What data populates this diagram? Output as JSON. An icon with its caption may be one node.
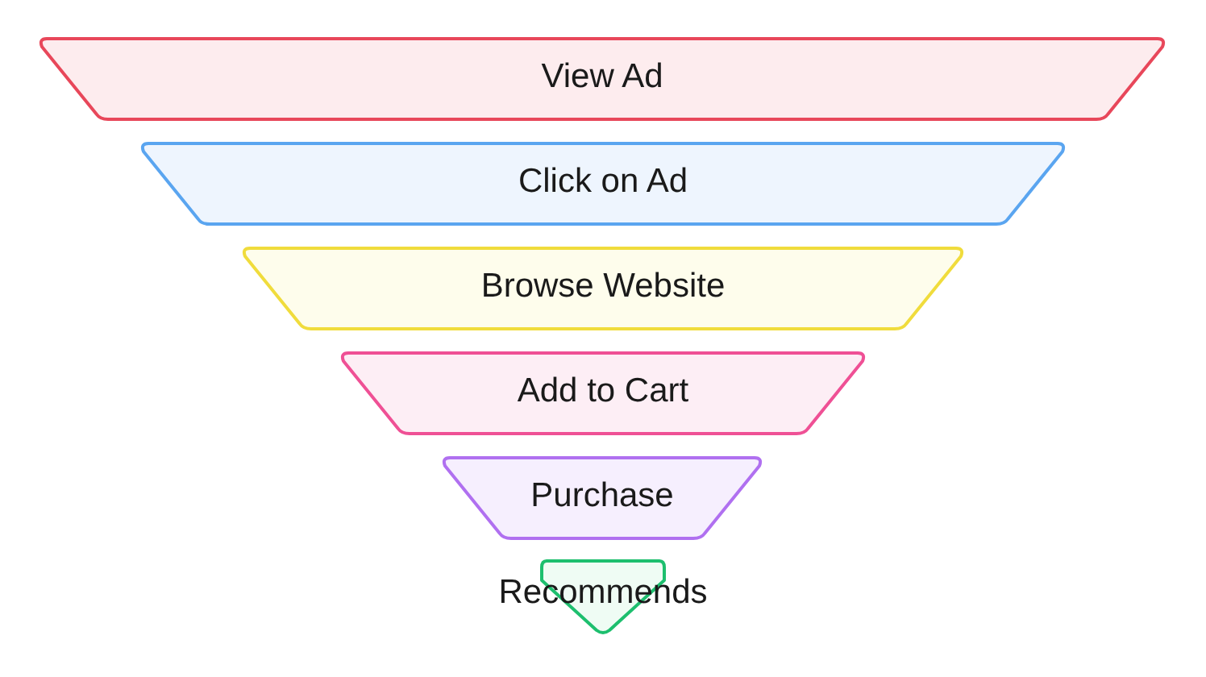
{
  "diagram": {
    "nodes": [
      {
        "text": [
          "View Ad"
        ]
      },
      {
        "text": [
          "Click on Ad"
        ]
      },
      {
        "text": [
          "Browse Website"
        ]
      },
      {
        "text": [
          "Add to Cart"
        ]
      },
      {
        "text": [
          "Purchase"
        ]
      },
      {
        "text": [
          "Recommends"
        ]
      }
    ]
  }
}
